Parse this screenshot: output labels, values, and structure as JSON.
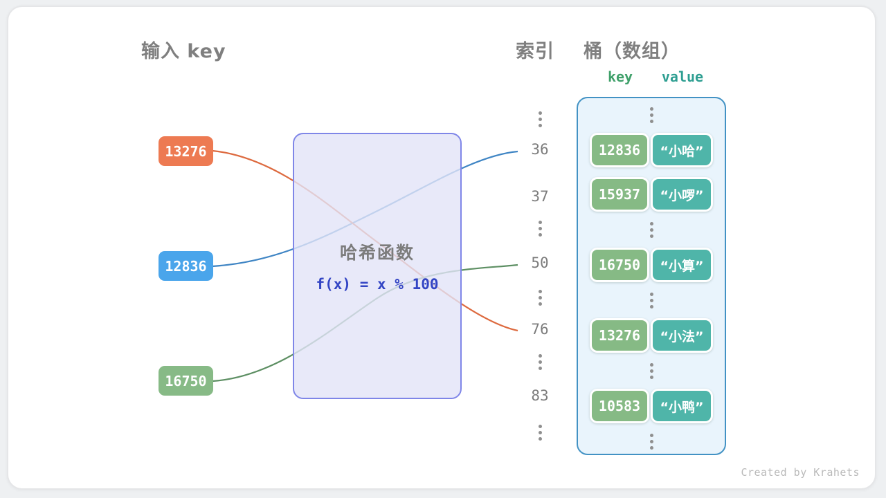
{
  "headers": {
    "input_key": "输入 key",
    "index": "索引",
    "bucket": "桶（数组）",
    "key_label": "key",
    "value_label": "value"
  },
  "input_keys": [
    {
      "label": "13276",
      "color": "#ed7a52"
    },
    {
      "label": "12836",
      "color": "#4aa5eb"
    },
    {
      "label": "16750",
      "color": "#87ba86"
    }
  ],
  "hash_function": {
    "title": "哈希函数",
    "formula": "f(x) = x % 100"
  },
  "index_column": [
    {
      "type": "dots"
    },
    {
      "type": "index",
      "label": "36"
    },
    {
      "type": "index",
      "label": "37"
    },
    {
      "type": "dots"
    },
    {
      "type": "index",
      "label": "50"
    },
    {
      "type": "dots"
    },
    {
      "type": "index",
      "label": "76"
    },
    {
      "type": "dots"
    },
    {
      "type": "index",
      "label": "83"
    },
    {
      "type": "dots"
    }
  ],
  "bucket": {
    "entries": [
      {
        "type": "dots"
      },
      {
        "type": "pair",
        "key": "12836",
        "value": "“小哈”"
      },
      {
        "type": "pair",
        "key": "15937",
        "value": "“小啰”"
      },
      {
        "type": "dots"
      },
      {
        "type": "pair",
        "key": "16750",
        "value": "“小算”"
      },
      {
        "type": "dots"
      },
      {
        "type": "pair",
        "key": "13276",
        "value": "“小法”"
      },
      {
        "type": "dots"
      },
      {
        "type": "pair",
        "key": "10583",
        "value": "“小鸭”"
      },
      {
        "type": "dots"
      }
    ],
    "key_color": "#86ba85",
    "value_color": "#4fb5a9",
    "container_fill": "#e9f4fc",
    "container_border": "#4292c4"
  },
  "mappings": [
    {
      "from": "12836",
      "to_index": "36",
      "line_color": "#3f85c4"
    },
    {
      "from": "16750",
      "to_index": "50",
      "line_color": "#5d8f63"
    },
    {
      "from": "13276",
      "to_index": "76",
      "line_color": "#dd6a3f"
    }
  ],
  "watermark": "Created by Krahets"
}
